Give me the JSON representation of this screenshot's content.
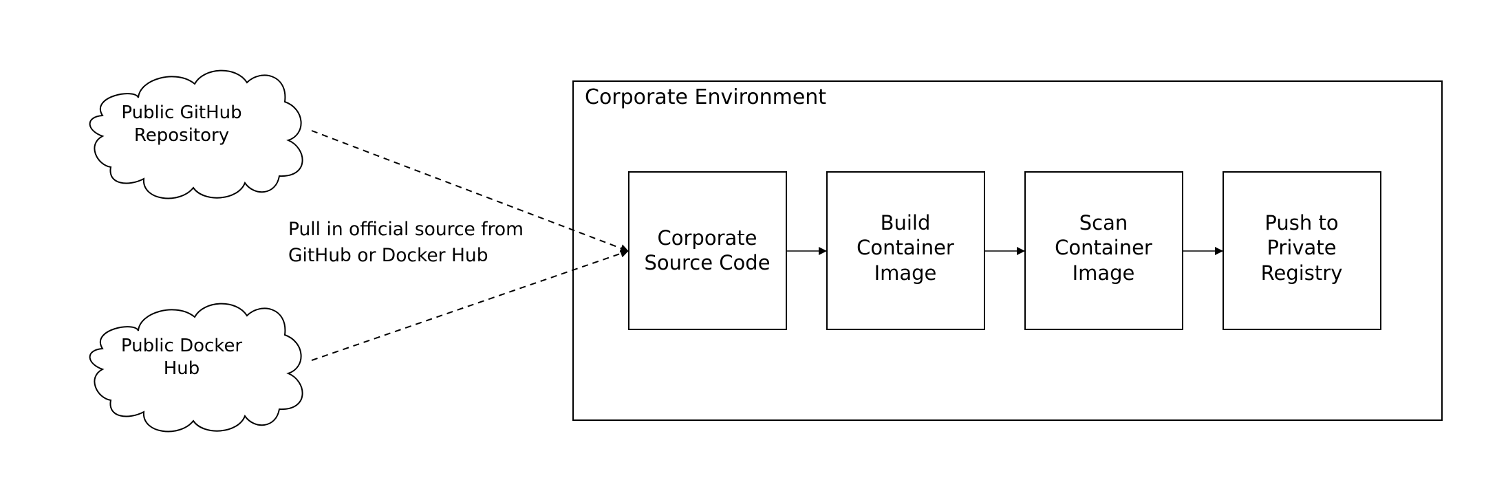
{
  "environment": {
    "title": "Corporate Environment"
  },
  "sources": {
    "github": "Public GitHub\nRepository",
    "docker": "Public Docker\nHub"
  },
  "pipeline": {
    "steps": [
      "Corporate\nSource Code",
      "Build\nContainer\nImage",
      "Scan\nContainer\nImage",
      "Push to\nPrivate\nRegistry"
    ]
  },
  "edge_label": "Pull in official source from\nGitHub or Docker Hub",
  "colors": {
    "stroke": "#000000",
    "background": "#ffffff"
  }
}
